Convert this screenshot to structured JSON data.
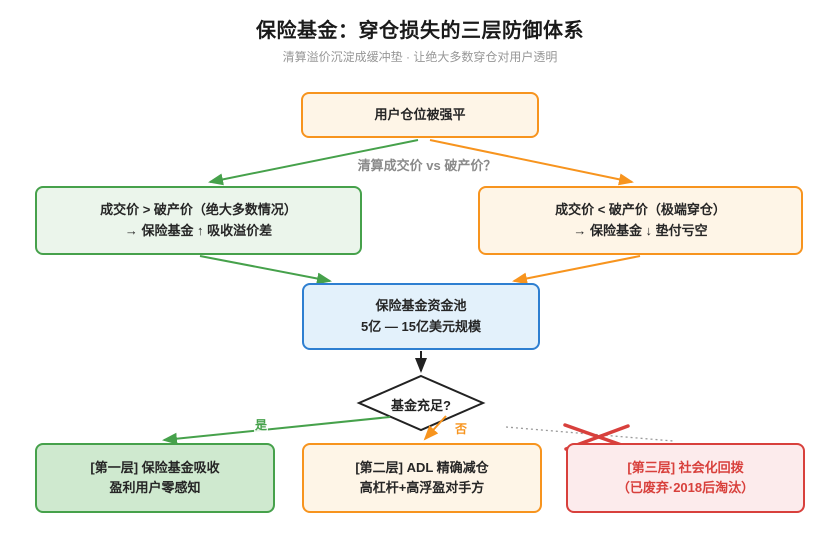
{
  "header": {
    "title": "保险基金：穿仓损失的三层防御体系",
    "subtitle": "清算溢价沉淀成缓冲垫 · 让绝大多数穿仓对用户透明"
  },
  "flow": {
    "start": {
      "label": "用户仓位被强平"
    },
    "branch_question": "清算成交价 vs 破产价？",
    "left_branch": {
      "line1": "成交价 > 破产价（绝大多数情况）",
      "line2": "→ 保险基金 ↑ 吸收溢价差"
    },
    "right_branch": {
      "line1": "成交价 < 破产价（极端穿仓）",
      "line2": "→ 保险基金 ↓ 垫付亏空"
    },
    "pool": {
      "line1": "保险基金资金池",
      "line2": "5亿 — 15亿美元规模"
    },
    "decision": {
      "label": "基金充足?",
      "yes": "是",
      "no": "否"
    },
    "layers": {
      "layer1": {
        "line1": "[第一层] 保险基金吸收",
        "line2": "盈利用户零感知"
      },
      "layer2": {
        "line1": "[第二层] ADL 精确减仓",
        "line2": "高杠杆+高浮盈对手方"
      },
      "layer3": {
        "line1": "[第三层] 社会化回拨",
        "line2": "（已废弃·2018后淘汰）"
      }
    }
  },
  "colors": {
    "green": "#46A14B",
    "orange": "#F7941E",
    "blue": "#2E7FD1",
    "red": "#D8403C",
    "black": "#222222",
    "gray_dotted": "#9a9a9a",
    "title_text": "#1a1a1a",
    "muted_text": "#8a8a8a"
  }
}
